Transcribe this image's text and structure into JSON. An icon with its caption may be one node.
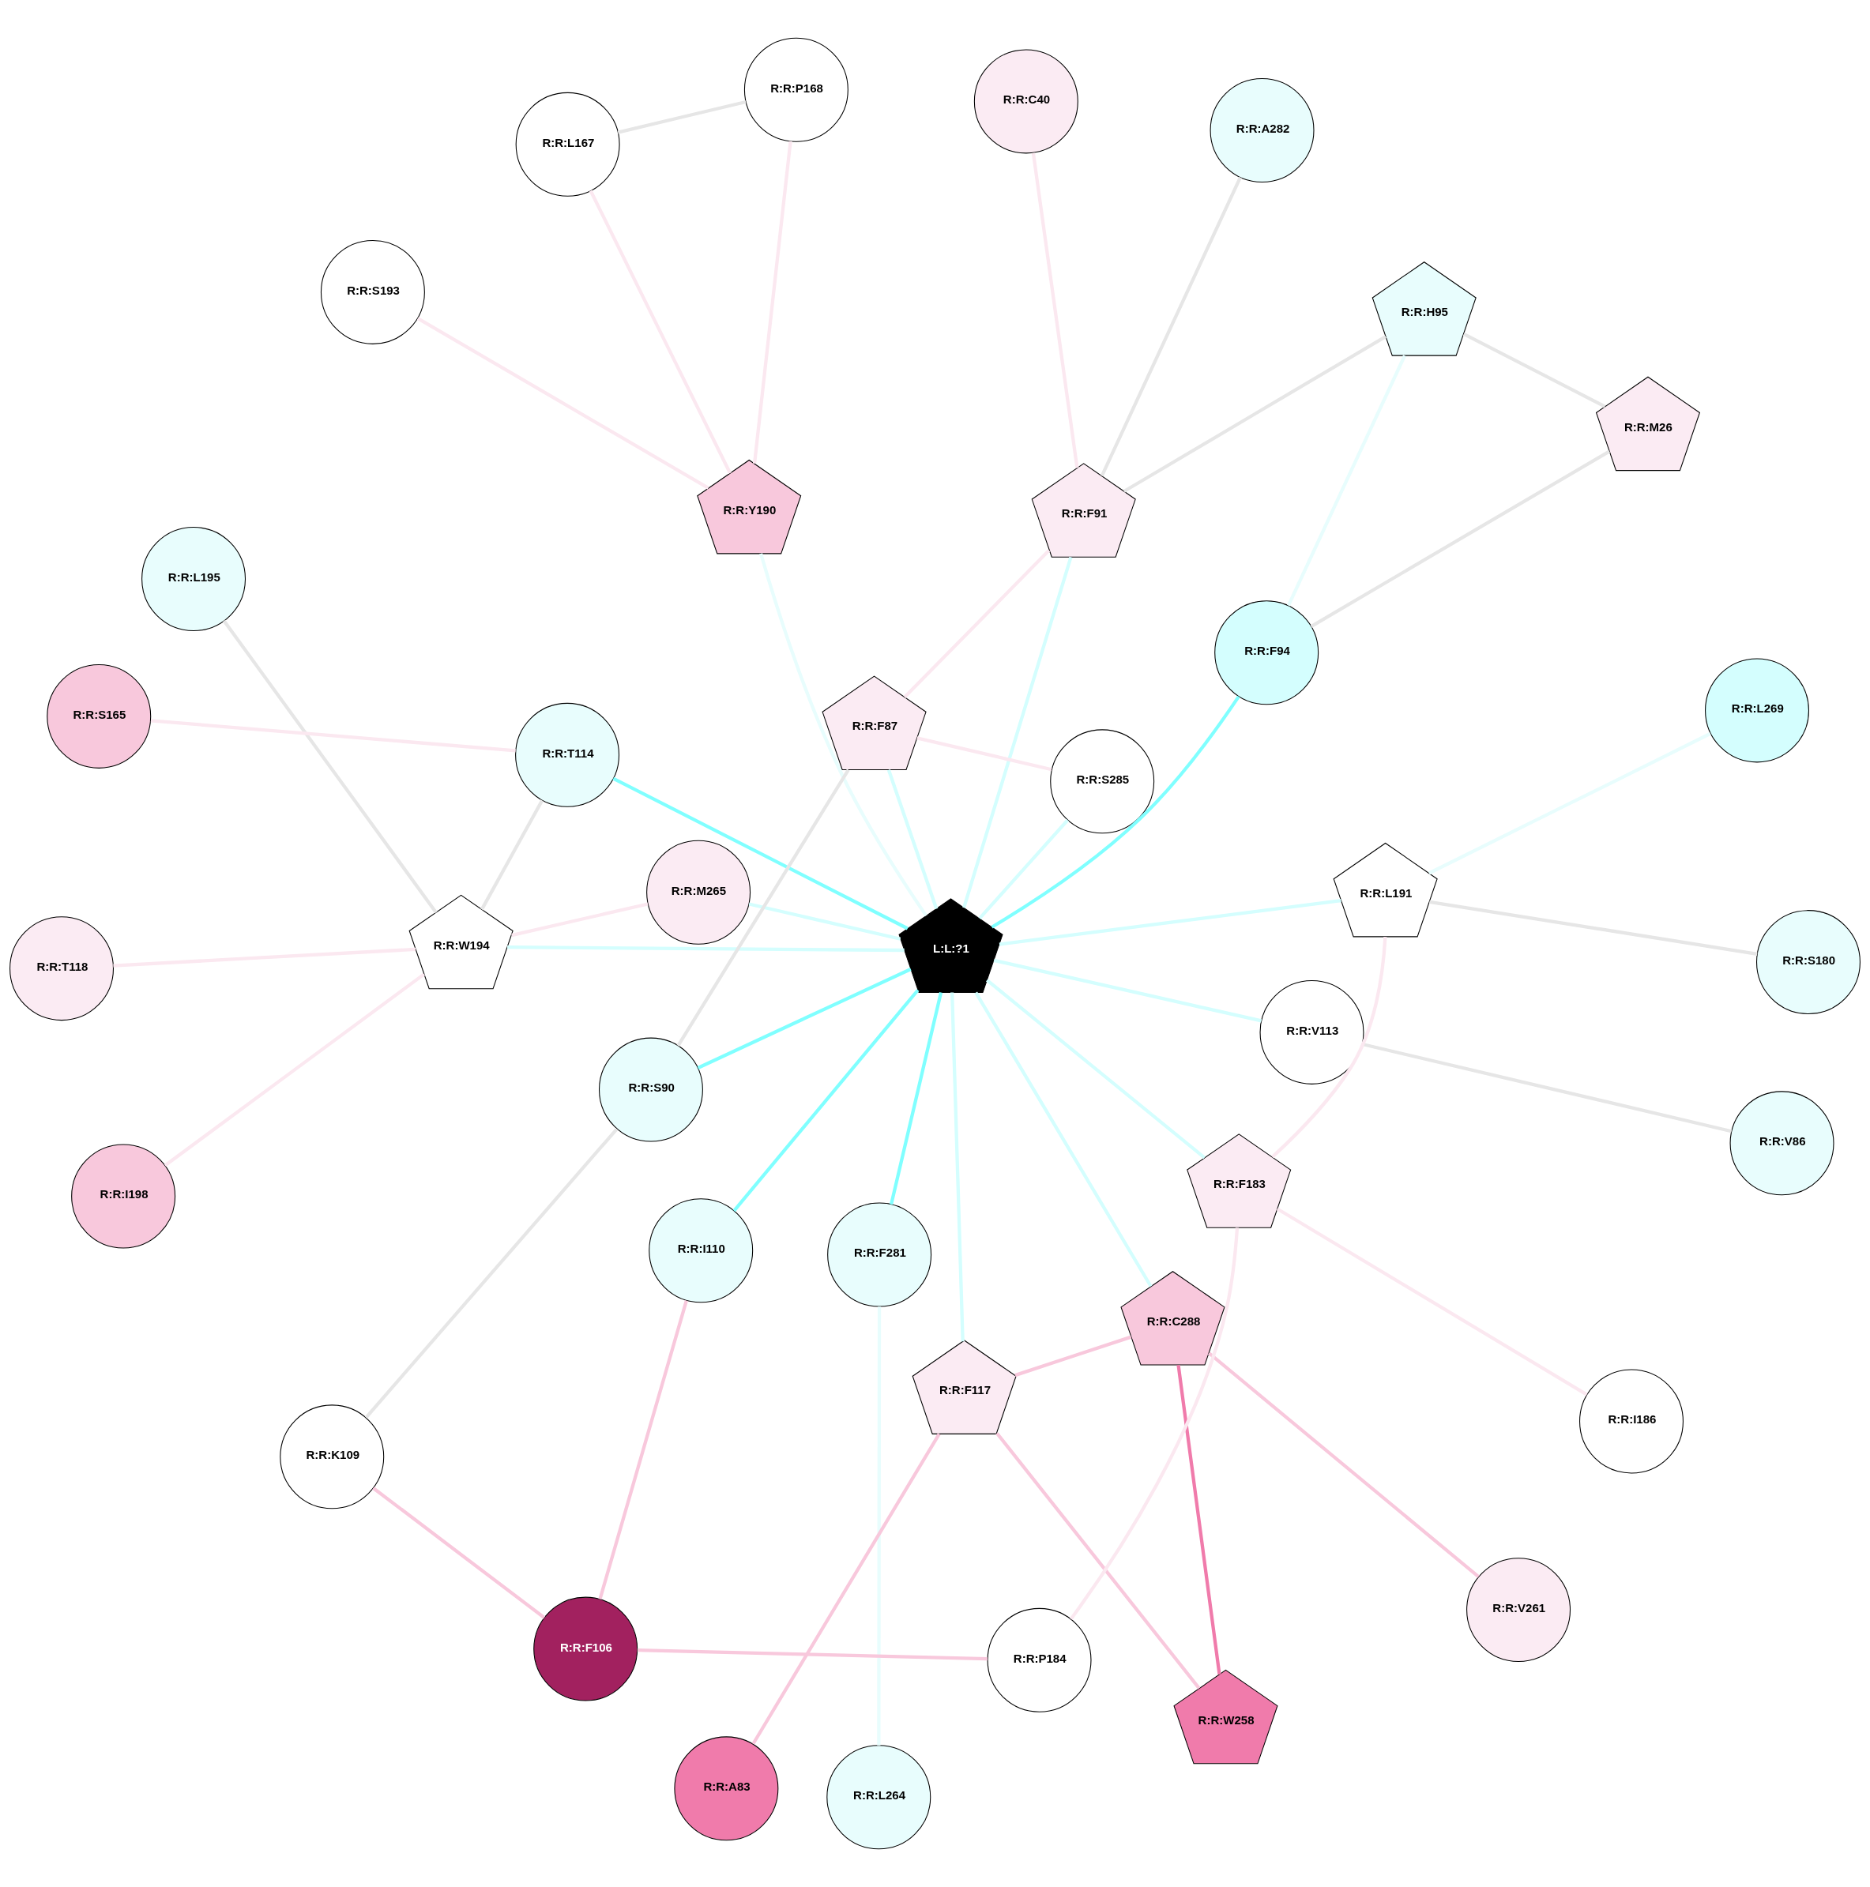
{
  "diagram": {
    "nodes": [
      {
        "text": [
          "L:L:?1"
        ]
      },
      {
        "text": [
          "R:R:M26"
        ]
      },
      {
        "text": [
          "R:R:L264"
        ]
      },
      {
        "text": [
          "R:R:C40"
        ]
      },
      {
        "text": [
          "R:R:V261"
        ]
      },
      {
        "text": [
          "R:R:A83"
        ]
      },
      {
        "text": [
          "R:R:I198"
        ]
      },
      {
        "text": [
          "R:R:V86"
        ]
      },
      {
        "text": [
          "R:R:F87"
        ]
      },
      {
        "text": [
          "R:R:C288"
        ]
      },
      {
        "text": [
          "R:R:S90"
        ]
      },
      {
        "text": [
          "R:R:K109"
        ]
      },
      {
        "text": [
          "R:R:L195"
        ]
      },
      {
        "text": [
          "R:R:S285"
        ]
      },
      {
        "text": [
          "R:R:F91"
        ]
      },
      {
        "text": [
          "R:R:F281"
        ]
      },
      {
        "text": [
          "R:R:F94"
        ]
      },
      {
        "text": [
          "R:R:H95"
        ]
      },
      {
        "text": [
          "R:R:L269"
        ]
      },
      {
        "text": [
          "R:R:M265"
        ]
      },
      {
        "text": [
          "R:R:I110"
        ]
      },
      {
        "text": [
          "R:R:S193"
        ]
      },
      {
        "text": [
          "R:R:A282"
        ]
      },
      {
        "text": [
          "R:R:W194"
        ]
      },
      {
        "text": [
          "R:R:V113"
        ]
      },
      {
        "text": [
          "R:R:L191"
        ]
      },
      {
        "text": [
          "R:R:I186"
        ]
      },
      {
        "text": [
          "R:R:T114"
        ]
      },
      {
        "text": [
          "R:R:F106"
        ]
      },
      {
        "text": [
          "R:R:Y190"
        ]
      },
      {
        "text": [
          "R:R:F183"
        ]
      },
      {
        "text": [
          "R:R:F117"
        ]
      },
      {
        "text": [
          "R:R:P184"
        ]
      },
      {
        "text": [
          "R:R:S165"
        ]
      },
      {
        "text": [
          "R:R:S180"
        ]
      },
      {
        "text": [
          "R:R:W258"
        ]
      },
      {
        "text": [
          "R:R:P168"
        ]
      },
      {
        "text": [
          "R:R:L167"
        ]
      },
      {
        "text": [
          "R:R:T118"
        ]
      }
    ],
    "edges": [
      {
        "from": 0,
        "to": 8,
        "arrow": "none",
        "color": "#d4fefe"
      },
      {
        "from": 0,
        "to": 10,
        "arrow": "none",
        "color": "#80ffff"
      },
      {
        "from": 0,
        "to": 14,
        "arrow": "none",
        "color": "#d4fefe"
      },
      {
        "from": 0,
        "to": 16,
        "arrow": "none",
        "color": "#80ffff"
      },
      {
        "from": 0,
        "to": 20,
        "arrow": "none",
        "color": "#80ffff"
      },
      {
        "from": 0,
        "to": 24,
        "arrow": "none",
        "color": "#d4fefe"
      },
      {
        "from": 0,
        "to": 27,
        "arrow": "none",
        "color": "#80ffff"
      },
      {
        "from": 0,
        "to": 31,
        "arrow": "none",
        "color": "#d4fefe"
      },
      {
        "from": 0,
        "to": 30,
        "arrow": "none",
        "color": "#d4fefe"
      },
      {
        "from": 0,
        "to": 29,
        "arrow": "none",
        "color": "#e8fdfd"
      },
      {
        "from": 0,
        "to": 25,
        "arrow": "none",
        "color": "#d4fefe"
      },
      {
        "from": 0,
        "to": 23,
        "arrow": "none",
        "color": "#d4fefe"
      },
      {
        "from": 0,
        "to": 19,
        "arrow": "none",
        "color": "#d4fefe"
      },
      {
        "from": 0,
        "to": 15,
        "arrow": "none",
        "color": "#80ffff"
      },
      {
        "from": 0,
        "to": 13,
        "arrow": "none",
        "color": "#d4fefe"
      },
      {
        "from": 0,
        "to": 9,
        "arrow": "none",
        "color": "#d4fefe"
      },
      {
        "from": 2,
        "to": 15,
        "arrow": "none",
        "color": "#e8fdfd"
      },
      {
        "from": 4,
        "to": 9,
        "arrow": "none",
        "color": "#f8c8dc"
      },
      {
        "from": 1,
        "to": 16,
        "arrow": "none",
        "color": "#e6e6e6"
      },
      {
        "from": 1,
        "to": 17,
        "arrow": "none",
        "color": "#e6e6e6"
      },
      {
        "from": 3,
        "to": 14,
        "arrow": "none",
        "color": "#fbe8f0"
      },
      {
        "from": 5,
        "to": 31,
        "arrow": "none",
        "color": "#f8c8dc"
      },
      {
        "from": 7,
        "to": 24,
        "arrow": "none",
        "color": "#e6e6e6"
      },
      {
        "from": 8,
        "to": 10,
        "arrow": "none",
        "color": "#e6e6e6"
      },
      {
        "from": 10,
        "to": 11,
        "arrow": "none",
        "color": "#e6e6e6"
      },
      {
        "from": 8,
        "to": 13,
        "arrow": "none",
        "color": "#fbe8f0"
      },
      {
        "from": 8,
        "to": 14,
        "arrow": "none",
        "color": "#fbe8f0"
      },
      {
        "from": 11,
        "to": 28,
        "arrow": "none",
        "color": "#f8c8dc"
      },
      {
        "from": 14,
        "to": 17,
        "arrow": "none",
        "color": "#e6e6e6"
      },
      {
        "from": 14,
        "to": 22,
        "arrow": "none",
        "color": "#e6e6e6"
      },
      {
        "from": 16,
        "to": 17,
        "arrow": "none",
        "color": "#e8fdfd"
      },
      {
        "from": 20,
        "to": 28,
        "arrow": "none",
        "color": "#f8c8dc"
      },
      {
        "from": 12,
        "to": 23,
        "arrow": "none",
        "color": "#e6e6e6"
      },
      {
        "from": 6,
        "to": 23,
        "arrow": "none",
        "color": "#fbe8f0"
      },
      {
        "from": 19,
        "to": 23,
        "arrow": "none",
        "color": "#fbe8f0"
      },
      {
        "from": 18,
        "to": 25,
        "arrow": "none",
        "color": "#e8fdfd"
      },
      {
        "from": 21,
        "to": 29,
        "arrow": "none",
        "color": "#fbe8f0"
      },
      {
        "from": 23,
        "to": 27,
        "arrow": "none",
        "color": "#e6e6e6"
      },
      {
        "from": 23,
        "to": 38,
        "arrow": "none",
        "color": "#fbe8f0"
      },
      {
        "from": 26,
        "to": 30,
        "arrow": "none",
        "color": "#fbe8f0"
      },
      {
        "from": 25,
        "to": 30,
        "arrow": "none",
        "color": "#fbe8f0"
      },
      {
        "from": 25,
        "to": 34,
        "arrow": "none",
        "color": "#e6e6e6"
      },
      {
        "from": 32,
        "to": 30,
        "arrow": "none",
        "color": "#fbe8f0"
      },
      {
        "from": 32,
        "to": 28,
        "arrow": "none",
        "color": "#f8c8dc"
      },
      {
        "from": 29,
        "to": 36,
        "arrow": "none",
        "color": "#fbe8f0"
      },
      {
        "from": 29,
        "to": 37,
        "arrow": "none",
        "color": "#fbe8f0"
      },
      {
        "from": 36,
        "to": 37,
        "arrow": "none",
        "color": "#e6e6e6"
      },
      {
        "from": 9,
        "to": 31,
        "arrow": "none",
        "color": "#f8c8dc"
      },
      {
        "from": 9,
        "to": 35,
        "arrow": "none",
        "color": "#f07bab"
      },
      {
        "from": 31,
        "to": 35,
        "arrow": "none",
        "color": "#f8c8dc"
      },
      {
        "from": 27,
        "to": 33,
        "arrow": "none",
        "color": "#fbe8f0"
      }
    ]
  }
}
